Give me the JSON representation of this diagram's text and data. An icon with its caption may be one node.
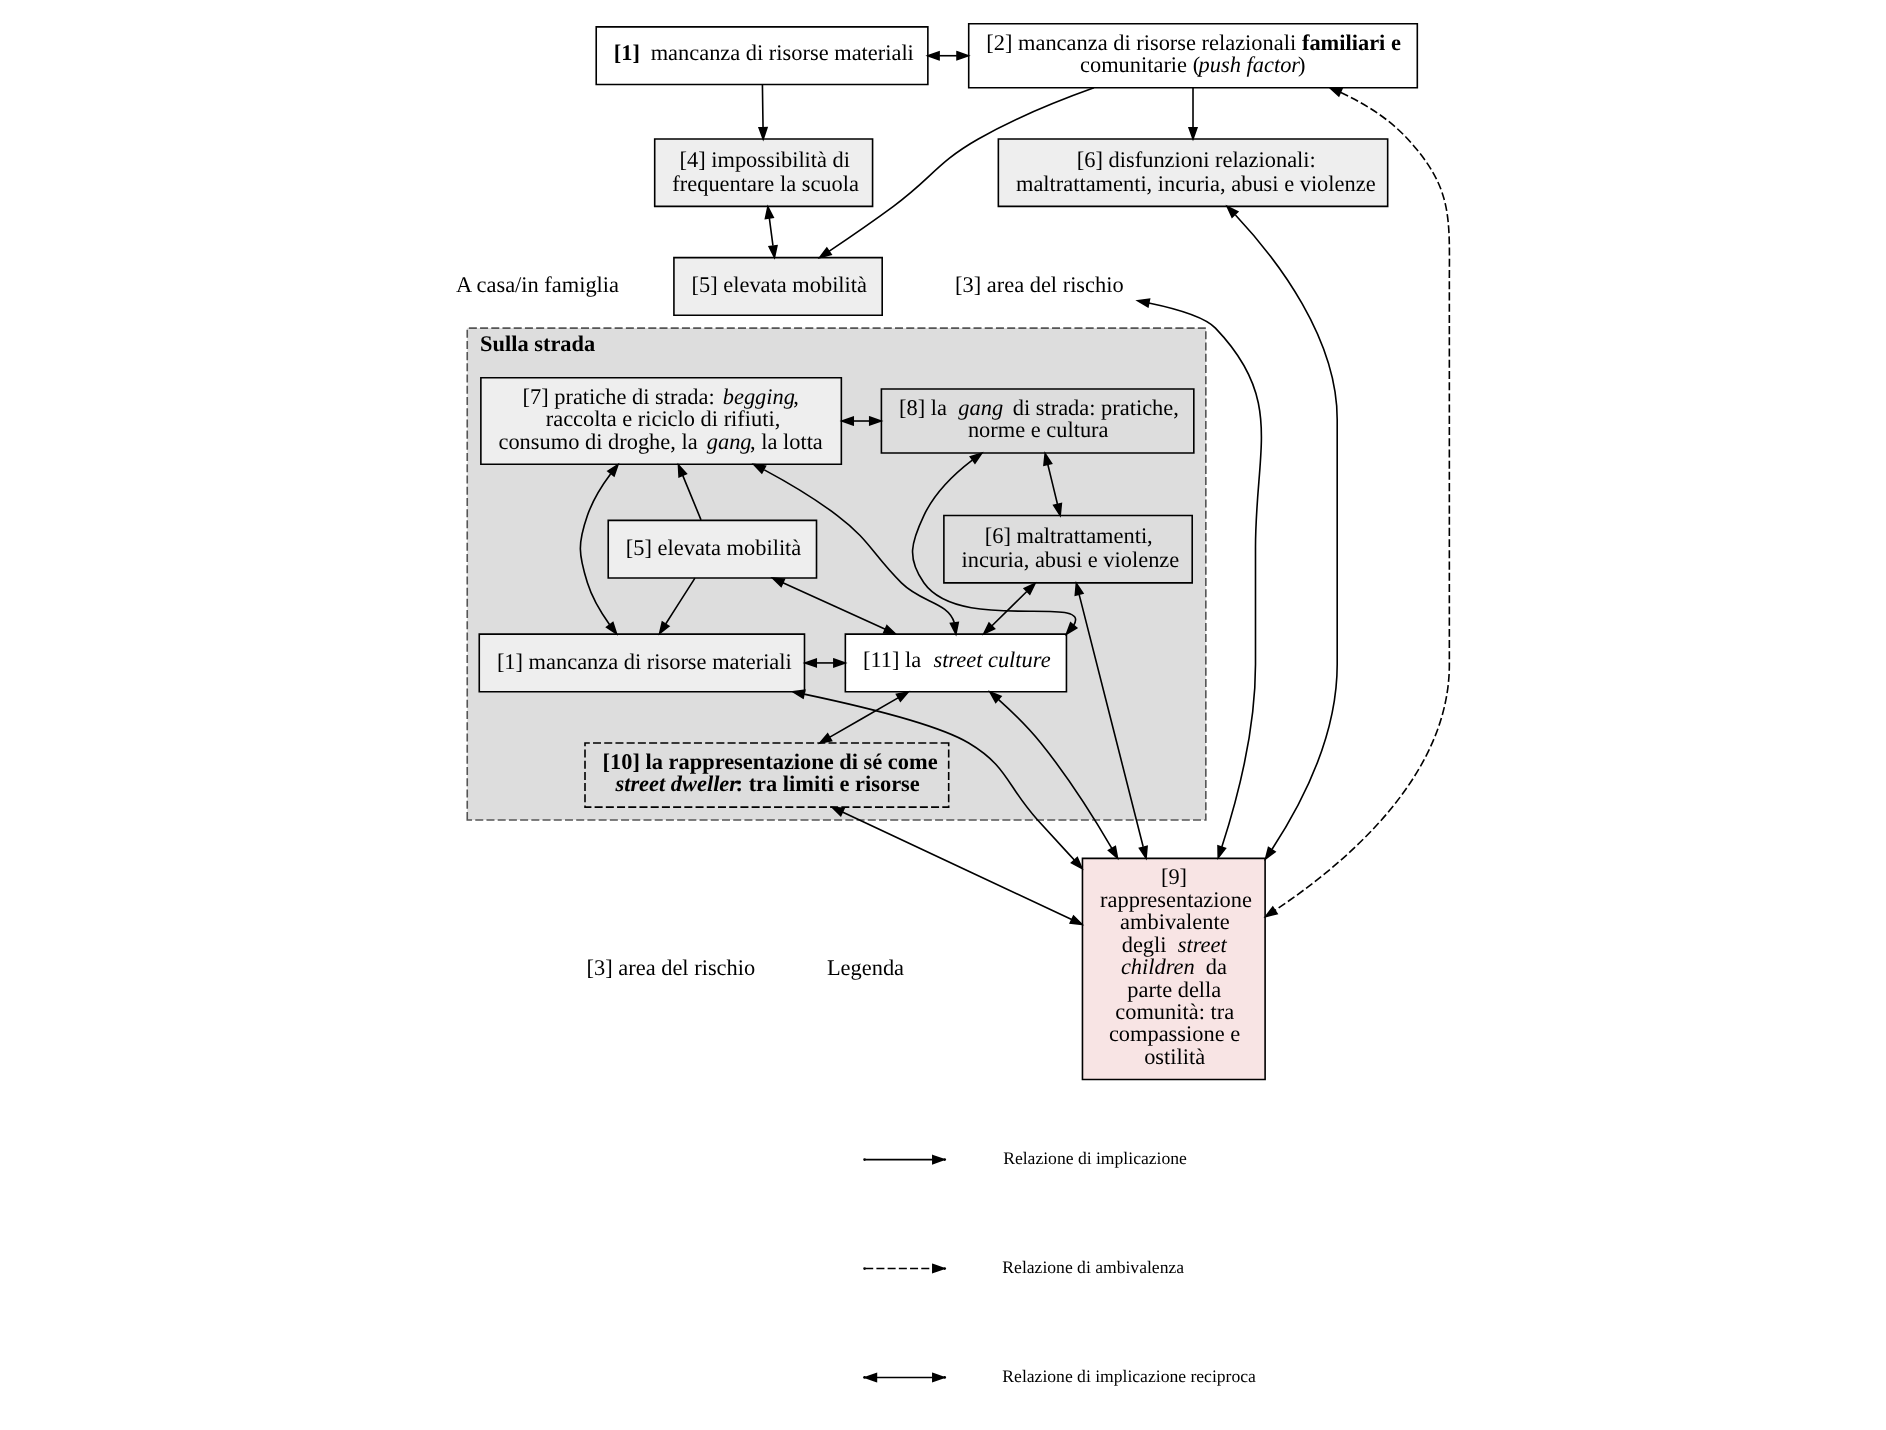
{
  "diagram": {
    "nodes": [
      {
        "text": [
          "**[1]** mancanza di risorse materiali"
        ]
      },
      {
        "text": [
          "[2] mancanza di risorse relazionali **familiari e** comunitarie (*push factor*)"
        ]
      },
      {
        "text": [
          "[4] impossibilità di frequentare la scuola"
        ]
      },
      {
        "text": [
          "[6] disfunzioni relazionali: maltrattamenti, incuria, abusi e violenze"
        ]
      },
      {
        "text": [
          "[5] elevata mobilità"
        ]
      },
      {
        "text": [
          "[3] area del rischio"
        ]
      },
      {
        "text": [
          "[9] rappresentazione ambivalente degli *street children* da parte della comunità: tra compassione e ostilità"
        ]
      },
      {
        "text": [
          "Sulla strada"
        ]
      },
      {
        "text": [
          "[7] pratiche di strada: *begging*, raccolta e riciclo di rifiuti, consumo di droghe, la *gang*, la lotta"
        ],
        "in": 7
      },
      {
        "text": [
          "[8] la *gang* di strada: pratiche, norme e cultura"
        ],
        "in": 7
      },
      {
        "text": [
          "[5] elevata mobilità"
        ],
        "in": 7
      },
      {
        "text": [
          "[6] maltrattamenti, incuria, abusi e violenze"
        ],
        "in": 7
      },
      {
        "text": [
          "[1] mancanza di risorse materiali"
        ],
        "in": 7
      },
      {
        "text": [
          "[11] la *street culture*"
        ],
        "in": 7
      },
      {
        "text": [
          "[10] la rappresentazione di sé come *street dweller*: tra limiti e risorse"
        ],
        "in": 7
      }
    ],
    "edges": [
      {
        "from": 0,
        "to": 1,
        "arrow": "both"
      },
      {
        "from": 0,
        "to": 2,
        "arrow": "to"
      },
      {
        "from": 1,
        "to": 3,
        "arrow": "to"
      },
      {
        "from": 1,
        "to": 4,
        "arrow": "to"
      },
      {
        "from": 2,
        "to": 4,
        "arrow": "both"
      },
      {
        "from": 1,
        "to": 6,
        "arrow": "both",
        "style": "dashed"
      },
      {
        "from": 3,
        "to": 6,
        "arrow": "both"
      },
      {
        "from": 5,
        "to": 6,
        "arrow": "both"
      },
      {
        "from": 8,
        "to": 9,
        "arrow": "both"
      },
      {
        "from": 9,
        "to": 11,
        "arrow": "both"
      },
      {
        "from": 11,
        "to": 6,
        "arrow": "both"
      },
      {
        "from": 13,
        "to": 9,
        "arrow": "both"
      },
      {
        "from": 13,
        "to": 6,
        "arrow": "both"
      },
      {
        "from": 8,
        "to": 12,
        "arrow": "both"
      },
      {
        "from": 10,
        "to": 8,
        "arrow": "to"
      },
      {
        "from": 10,
        "to": 12,
        "arrow": "to"
      },
      {
        "from": 8,
        "to": 13,
        "arrow": "both"
      },
      {
        "from": 10,
        "to": 13,
        "arrow": "both"
      },
      {
        "from": 12,
        "to": 13,
        "arrow": "both"
      },
      {
        "from": 11,
        "to": 13,
        "arrow": "both"
      },
      {
        "from": 13,
        "to": 14,
        "arrow": "both"
      },
      {
        "from": 12,
        "to": 6,
        "arrow": "both"
      },
      {
        "from": 14,
        "to": 6,
        "arrow": "both"
      }
    ],
    "labels": [
      "A casa/in famiglia",
      "Legenda",
      "[3] area del rischio"
    ],
    "legend": [
      {
        "text": "Relazione di implicazione"
      },
      {
        "text": "Relazione di ambivalenza"
      },
      {
        "text": "Relazione di implicazione reciproca"
      }
    ]
  }
}
